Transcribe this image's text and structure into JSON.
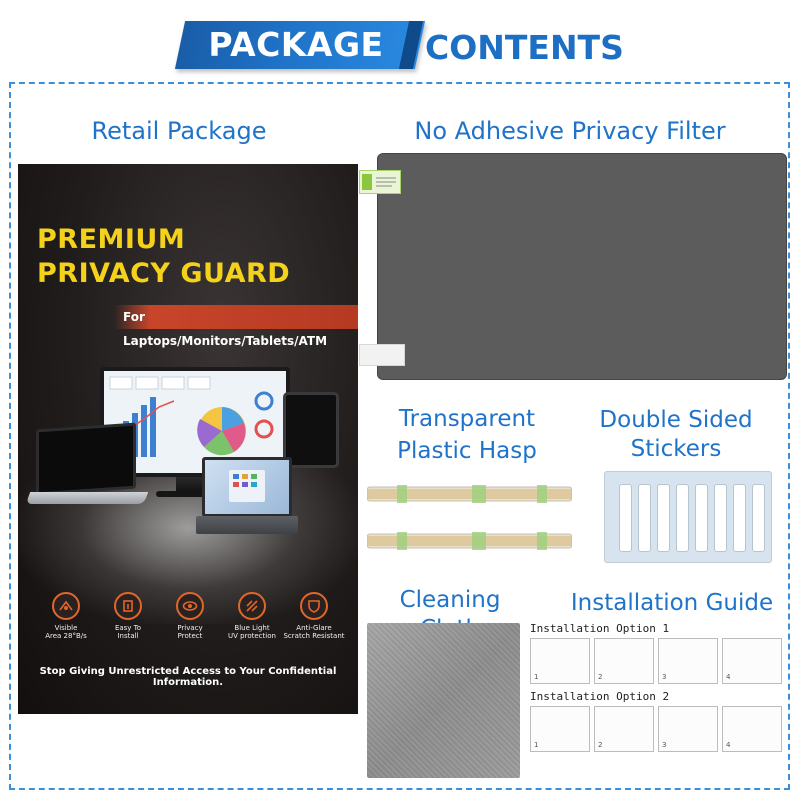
{
  "header": {
    "highlight": "PACKAGE",
    "rest": "CONTENTS"
  },
  "sections": {
    "retail": "Retail Package",
    "filter": "No Adhesive Privacy Filter",
    "hasp_line1": "Transparent",
    "hasp_line2": "Plastic Hasp",
    "stickers_line1": "Double Sided",
    "stickers_line2": "Stickers",
    "cloth": "Cleaning Cloth",
    "guide": "Installation Guide"
  },
  "package": {
    "title_line1": "PREMIUM",
    "title_line2": "PRIVACY GUARD",
    "band": "For Laptops/Monitors/Tablets/ATM",
    "slogan": "Stop Giving Unrestricted Access to Your Confidential Information.",
    "features": [
      {
        "line1": "Visible",
        "line2": "Area 28°B/s"
      },
      {
        "line1": "Easy To",
        "line2": "Install"
      },
      {
        "line1": "Privacy",
        "line2": "Protect"
      },
      {
        "line1": "Blue Light",
        "line2": "UV protection"
      },
      {
        "line1": "Anti-Glare",
        "line2": "Scratch Resistant"
      }
    ]
  },
  "guide": {
    "option1": "Installation Option 1",
    "option2": "Installation Option 2",
    "steps": [
      "1",
      "2",
      "3",
      "4"
    ]
  },
  "colors": {
    "brand_blue": "#1f73c8",
    "package_yellow": "#f4d21b",
    "feature_orange": "#e0672a"
  }
}
